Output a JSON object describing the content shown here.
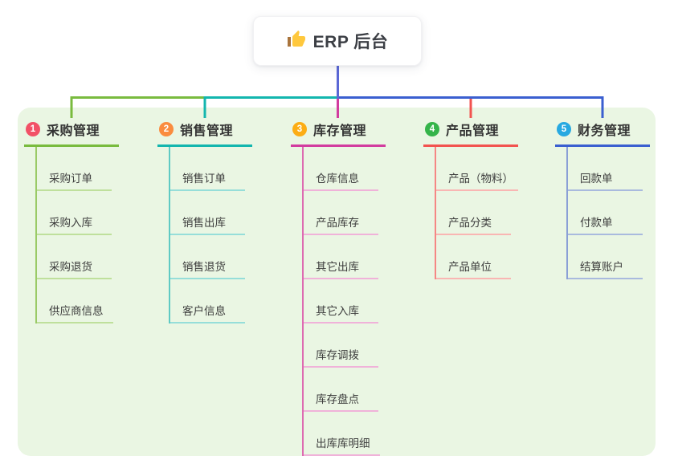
{
  "root": {
    "label": "ERP 后台",
    "icon": "thumbs-up-icon",
    "icon_colors": {
      "thumb": "#ffc83d",
      "sleeve": "#a9743c"
    },
    "line_color": "#5b68d6"
  },
  "panel": {
    "background": "#eaf6e3"
  },
  "branches": [
    {
      "number": "1",
      "label": "采购管理",
      "badge_color": "#f25167",
      "line_color": "#79bb3e",
      "rail_color": "#9aca67",
      "child_line_color": "#bfe09c",
      "children": [
        "采购订单",
        "采购入库",
        "采购退货",
        "供应商信息"
      ]
    },
    {
      "number": "2",
      "label": "销售管理",
      "badge_color": "#fa8c3f",
      "line_color": "#13b6ae",
      "rail_color": "#5fcac4",
      "child_line_color": "#96ded9",
      "children": [
        "销售订单",
        "销售出库",
        "销售退货",
        "客户信息"
      ]
    },
    {
      "number": "3",
      "label": "库存管理",
      "badge_color": "#fcad14",
      "line_color": "#d23c9f",
      "rail_color": "#dd6bb1",
      "child_line_color": "#f0b2d9",
      "children": [
        "仓库信息",
        "产品库存",
        "其它出库",
        "其它入库",
        "库存调拨",
        "库存盘点",
        "出库库明细"
      ]
    },
    {
      "number": "4",
      "label": "产品管理",
      "badge_color": "#35b44a",
      "line_color": "#f2534f",
      "rail_color": "#f58784",
      "child_line_color": "#f9b6b3",
      "children": [
        "产品（物料）",
        "产品分类",
        "产品单位"
      ]
    },
    {
      "number": "5",
      "label": "财务管理",
      "badge_color": "#27a9e1",
      "line_color": "#3a5fd0",
      "rail_color": "#8ba0d6",
      "child_line_color": "#a9bade",
      "children": [
        "回款单",
        "付款单",
        "结算账户"
      ]
    }
  ]
}
